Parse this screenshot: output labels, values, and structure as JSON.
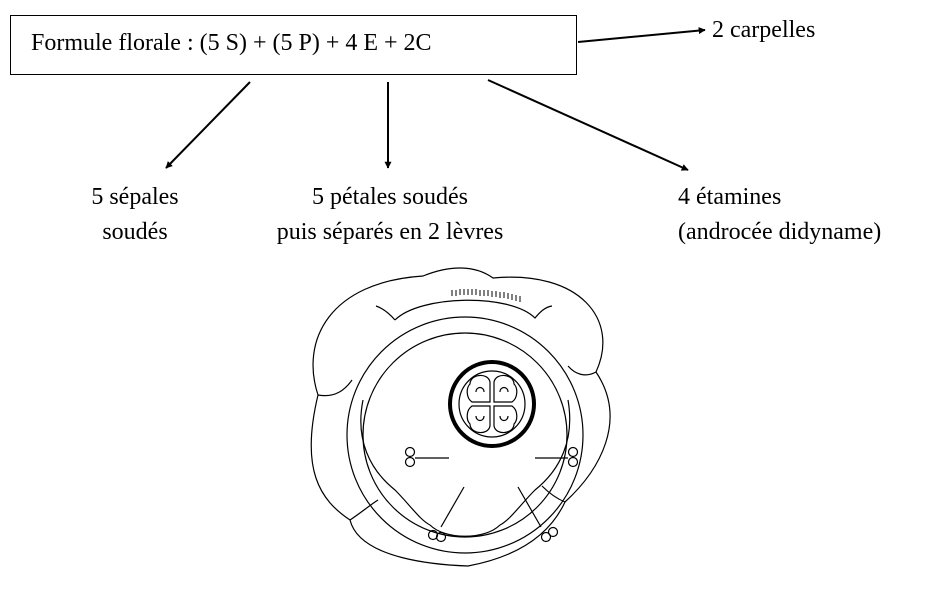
{
  "formula": {
    "text": "Formule florale : (5 S) + (5 P) + 4 E + 2C"
  },
  "callouts": {
    "carpels": "2 carpelles",
    "sepals_line1": "5 sépales",
    "sepals_line2": "soudés",
    "petals_line1": "5 pétales soudés",
    "petals_line2": "puis séparés en 2 lèvres",
    "stamens_line1": "4 étamines",
    "stamens_line2": "(androcée didyname)"
  }
}
